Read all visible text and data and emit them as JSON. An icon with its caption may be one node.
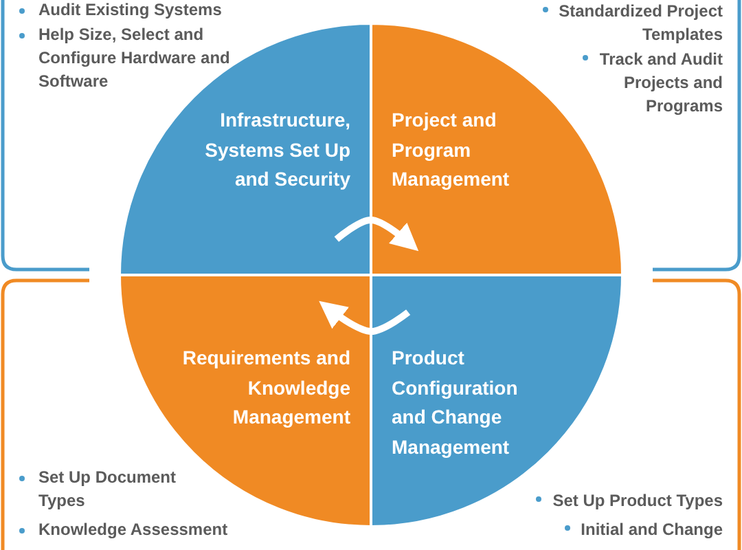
{
  "diagram": {
    "nodes": [
      {
        "text": [
          "Audit Existing Systems",
          "Help Size, Select and Configure Hardware and Software"
        ]
      },
      {
        "text": [
          "Standardized Project Templates",
          "Track and Audit Projects and Programs"
        ]
      },
      {
        "text": [
          "Infrastructure, Systems Set Up and Security"
        ]
      },
      {
        "text": [
          "Project and Program Management"
        ]
      },
      {
        "text": [
          "Requirements and Knowledge Management"
        ]
      },
      {
        "text": [
          "Product Configuration and Change Management"
        ]
      },
      {
        "text": [
          "Set Up Document Types",
          "Knowledge Assessment"
        ]
      },
      {
        "text": [
          "Set Up Product Types",
          "Initial and Change"
        ]
      }
    ],
    "edges": [
      {
        "from": 2,
        "to": 3,
        "arrow": "to"
      },
      {
        "from": 5,
        "to": 4,
        "arrow": "to"
      }
    ]
  }
}
